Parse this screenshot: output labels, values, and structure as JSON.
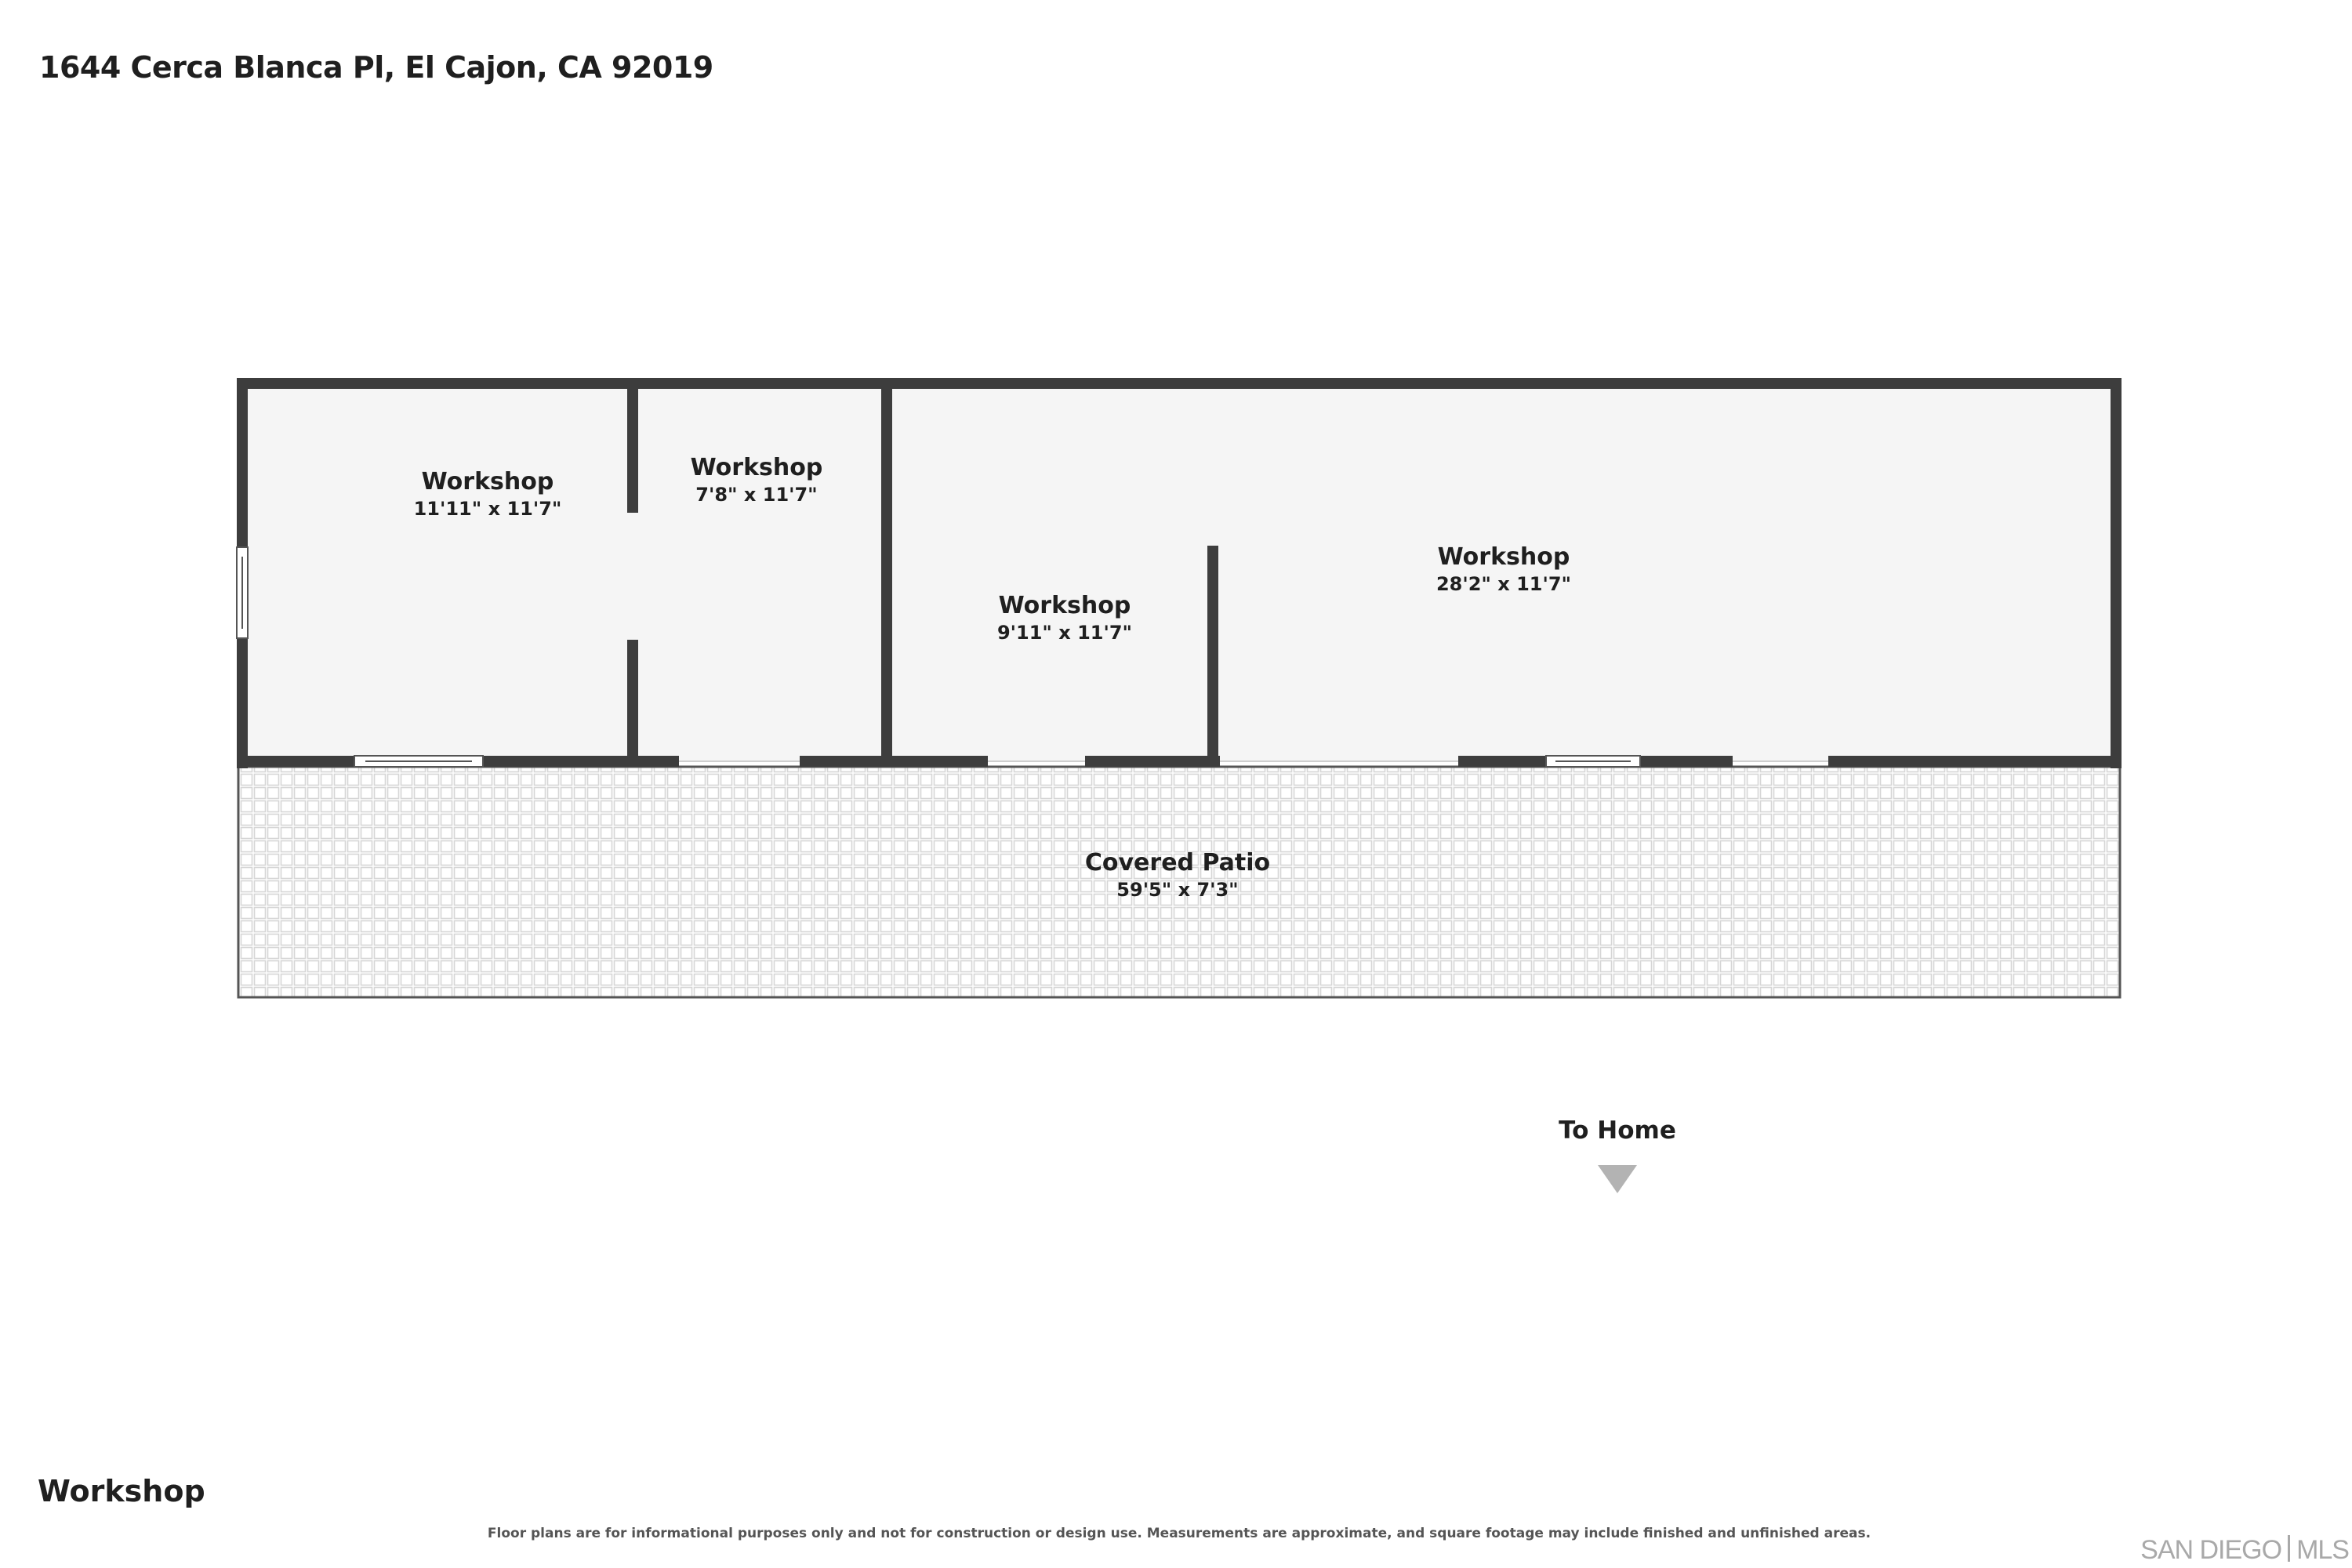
{
  "header": {
    "address": "1644 Cerca Blanca Pl, El Cajon, CA 92019"
  },
  "rooms": [
    {
      "name": "Workshop",
      "dimensions": "11'11\" x 11'7\""
    },
    {
      "name": "Workshop",
      "dimensions": "7'8\" x 11'7\""
    },
    {
      "name": "Workshop",
      "dimensions": "9'11\" x 11'7\""
    },
    {
      "name": "Workshop",
      "dimensions": "28'2\" x 11'7\""
    },
    {
      "name": "Covered Patio",
      "dimensions": "59'5\" x 7'3\""
    }
  ],
  "direction": {
    "label": "To Home",
    "icon": "triangle-down-icon"
  },
  "footer": {
    "title": "Workshop",
    "disclaimer": "Floor plans are for informational purposes only and not for construction or design use. Measurements are approximate, and square footage may include finished and unfinished areas.",
    "logo_left": "SAN DIEGO",
    "logo_right": "MLS"
  },
  "colors": {
    "wall": "#3d3d3d",
    "room_fill": "#f5f5f5",
    "patio_tile": "#d6d6d6",
    "arrow": "#b3b3b3",
    "logo": "#a9a9a9"
  }
}
